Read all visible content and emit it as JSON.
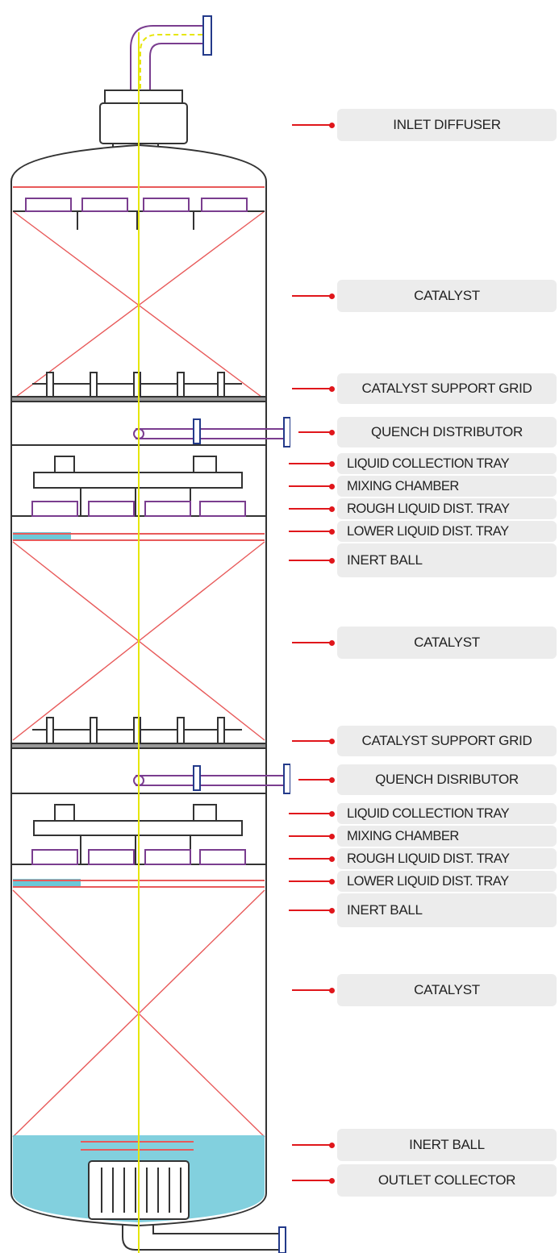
{
  "labels": [
    {
      "id": "inlet-diffuser",
      "text": "INLET DIFFUSER"
    },
    {
      "id": "catalyst-1",
      "text": "CATALYST"
    },
    {
      "id": "catalyst-support-grid-1",
      "text": "CATALYST SUPPORT GRID"
    },
    {
      "id": "quench-distributor-1",
      "text": "QUENCH DISTRIBUTOR"
    },
    {
      "id": "liquid-collection-tray-1",
      "text": "LIQUID COLLECTION TRAY"
    },
    {
      "id": "mixing-chamber-1",
      "text": "MIXING CHAMBER"
    },
    {
      "id": "rough-liquid-dist-tray-1",
      "text": "ROUGH LIQUID DIST. TRAY"
    },
    {
      "id": "lower-liquid-dist-tray-1",
      "text": "LOWER LIQUID DIST. TRAY"
    },
    {
      "id": "inert-ball-1",
      "text": "INERT BALL"
    },
    {
      "id": "catalyst-2",
      "text": "CATALYST"
    },
    {
      "id": "catalyst-support-grid-2",
      "text": "CATALYST SUPPORT GRID"
    },
    {
      "id": "quench-distributor-2",
      "text": "QUENCH DISRIBUTOR"
    },
    {
      "id": "liquid-collection-tray-2",
      "text": "LIQUID COLLECTION TRAY"
    },
    {
      "id": "mixing-chamber-2",
      "text": "MIXING CHAMBER"
    },
    {
      "id": "rough-liquid-dist-tray-2",
      "text": "ROUGH LIQUID DIST. TRAY"
    },
    {
      "id": "lower-liquid-dist-tray-2",
      "text": "LOWER LIQUID DIST. TRAY"
    },
    {
      "id": "inert-ball-2",
      "text": "INERT BALL"
    },
    {
      "id": "catalyst-3",
      "text": "CATALYST"
    },
    {
      "id": "inert-ball-3",
      "text": "INERT BALL"
    },
    {
      "id": "outlet-collector",
      "text": "OUTLET COLLECTOR"
    }
  ],
  "colors": {
    "pointer": "#e0161b",
    "label_background": "#ececec",
    "vessel_outline": "#333333",
    "catalyst_cross": "#e85a5a",
    "centerline": "#e6e60a",
    "nozzle": "#7a3d8f",
    "inert_ball": "#6cc8d8"
  }
}
